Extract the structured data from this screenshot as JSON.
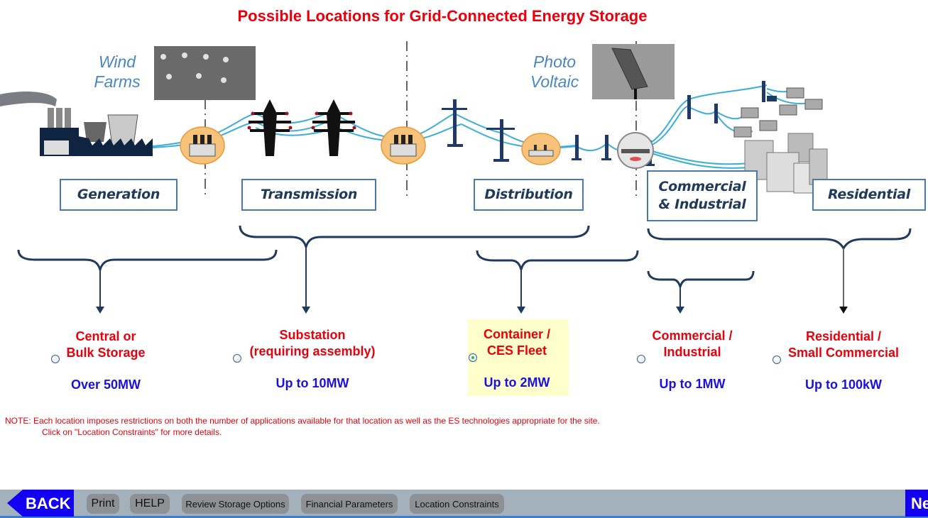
{
  "title": "Possible Locations for Grid-Connected Energy Storage",
  "diagram": {
    "sources": [
      {
        "label_line1": "Wind",
        "label_line2": "Farms",
        "icon": "wind-farm-photo"
      },
      {
        "label_line1": "Photo",
        "label_line2": "Voltaic",
        "icon": "solar-panel-photo"
      }
    ],
    "segments": [
      {
        "id": "generation",
        "label": "Generation"
      },
      {
        "id": "transmission",
        "label": "Transmission"
      },
      {
        "id": "distribution",
        "label": "Distribution"
      },
      {
        "id": "commercial",
        "label_line1": "Commercial",
        "label_line2": "& Industrial"
      },
      {
        "id": "residential",
        "label": "Residential"
      }
    ],
    "icons": [
      "power-plant-icon",
      "transformer-icon",
      "transmission-tower-icon",
      "distribution-pole-icon",
      "electric-meter-icon",
      "houses-icon",
      "office-buildings-icon"
    ],
    "colors": {
      "line": "#3aaed8",
      "dark": "#1f3a5a",
      "storage_circle": "#f7c27a",
      "box_border": "#4a79ab"
    }
  },
  "options": [
    {
      "name_line1": "Central or",
      "name_line2": "Bulk Storage",
      "capacity": "Over 50MW",
      "selected": false
    },
    {
      "name_line1": "Substation",
      "name_line2": "(requiring assembly)",
      "capacity": "Up to 10MW",
      "selected": false
    },
    {
      "name_line1": "Container /",
      "name_line2": "CES Fleet",
      "capacity": "Up to 2MW",
      "selected": true
    },
    {
      "name_line1": "Commercial /",
      "name_line2": "Industrial",
      "capacity": "Up to 1MW",
      "selected": false
    },
    {
      "name_line1": "Residential /",
      "name_line2": "Small Commercial",
      "capacity": "Up to 100kW",
      "selected": false
    }
  ],
  "note": {
    "line1": "NOTE: Each location imposes restrictions on both the number of applications available for that location as well as the ES technologies appropriate for the site.",
    "line2": "Click on \"Location Constraints\" for more details."
  },
  "bottombar": {
    "back": "BACK",
    "print": "Print",
    "help": "HELP",
    "review": "Review Storage Options",
    "financial": "Financial Parameters",
    "constraints": "Location Constraints",
    "next": "Next"
  },
  "colors": {
    "title_red": "#e8000b",
    "capacity_blue": "#1a10e0",
    "nav_blue": "#1400f0",
    "bar_gray": "#a3b1bc",
    "button_gray": "#8e9193",
    "selected_bg": "#ffffcc"
  }
}
